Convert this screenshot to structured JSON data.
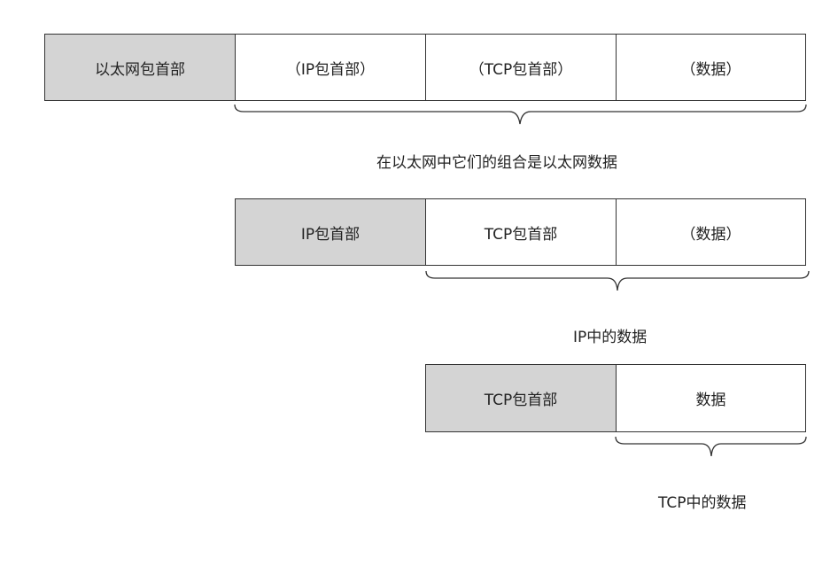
{
  "colors": {
    "header_fill": "#d4d4d4",
    "data_fill": "#ffffff",
    "border": "#333333",
    "text": "#222222"
  },
  "ethernet_layer": {
    "cells": [
      "以太网包首部",
      "（IP包首部）",
      "（TCP包首部）",
      "（数据）"
    ],
    "caption": "在以太网中它们的组合是以太网数据"
  },
  "ip_layer": {
    "cells": [
      "IP包首部",
      "TCP包首部",
      "（数据）"
    ],
    "caption": "IP中的数据"
  },
  "tcp_layer": {
    "cells": [
      "TCP包首部",
      "数据"
    ],
    "caption": "TCP中的数据"
  }
}
